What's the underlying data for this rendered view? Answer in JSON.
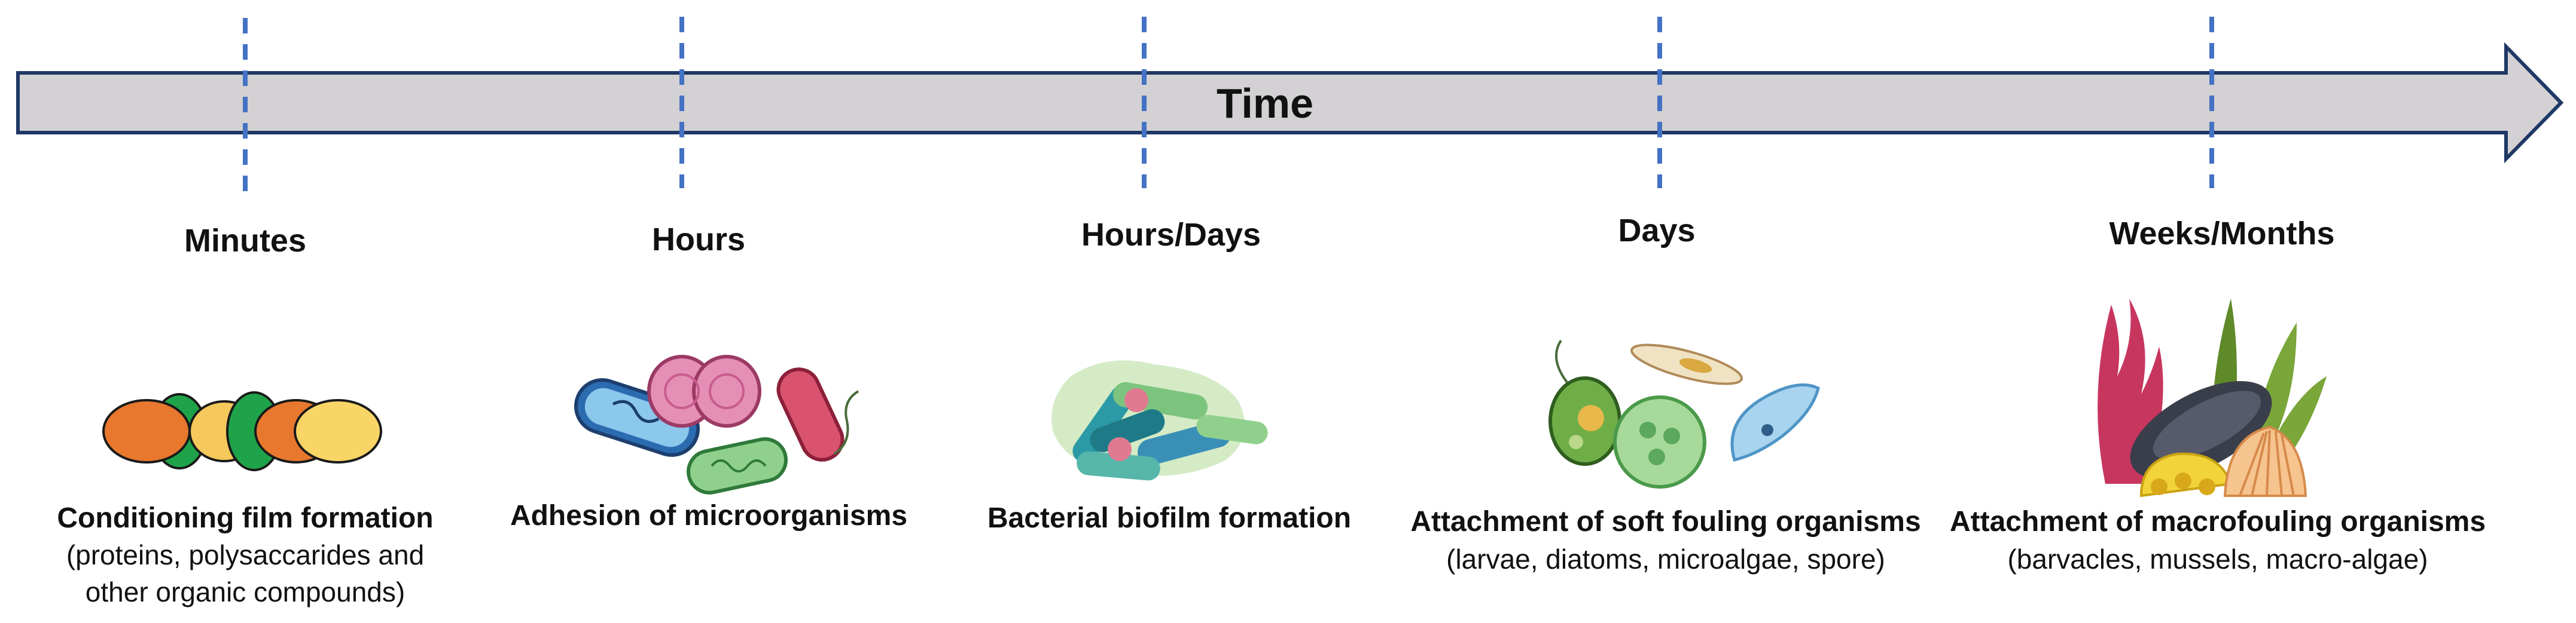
{
  "axis": {
    "label": "Time"
  },
  "stages": [
    {
      "time": "Minutes",
      "title": "Conditioning film formation",
      "subtitle": [
        "(proteins, polysaccarides and",
        "other organic compounds)"
      ],
      "icon": "conditioning-film-icon"
    },
    {
      "time": "Hours",
      "title": "Adhesion of microorganisms",
      "subtitle": [],
      "icon": "microorganisms-icon"
    },
    {
      "time": "Hours/Days",
      "title": "Bacterial biofilm formation",
      "subtitle": [],
      "icon": "biofilm-icon"
    },
    {
      "time": "Days",
      "title": "Attachment of soft fouling organisms",
      "subtitle": [
        "(larvae, diatoms, microalgae, spore)"
      ],
      "icon": "soft-fouling-icon"
    },
    {
      "time": "Weeks/Months",
      "title": "Attachment of macrofouling organisms",
      "subtitle": [
        "(barvacles, mussels, macro-algae)"
      ],
      "icon": "macrofouling-icon"
    }
  ],
  "colors": {
    "arrow_fill": "#d3d1d3",
    "arrow_stroke": "#1f3864",
    "tick": "#4472c4"
  }
}
